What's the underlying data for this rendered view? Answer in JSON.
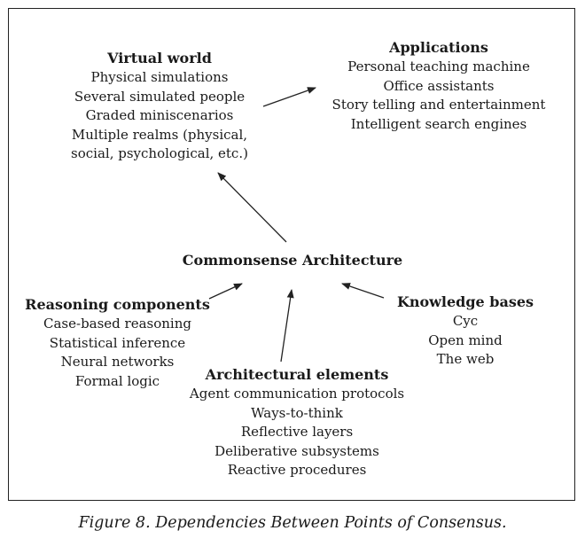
{
  "virtual_world": {
    "title": "Virtual world",
    "items": [
      "Physical simulations",
      "Several simulated people",
      "Graded miniscenarios",
      "Multiple realms (physical,",
      "social, psychological, etc.)"
    ]
  },
  "applications": {
    "title": "Applications",
    "items": [
      "Personal teaching machine",
      "Office assistants",
      "Story telling and entertainment",
      "Intelligent search engines"
    ]
  },
  "center": {
    "title": "Commonsense Architecture"
  },
  "reasoning_components": {
    "title": "Reasoning components",
    "items": [
      "Case-based reasoning",
      "Statistical inference",
      "Neural networks",
      "Formal logic"
    ]
  },
  "knowledge_bases": {
    "title": "Knowledge bases",
    "items": [
      "Cyc",
      "Open mind",
      "The web"
    ]
  },
  "architectural_elements": {
    "title": "Architectural elements",
    "items": [
      "Agent communication protocols",
      "Ways-to-think",
      "Reflective layers",
      "Deliberative subsystems",
      "Reactive procedures"
    ]
  },
  "caption": "Figure 8. Dependencies Between Points of Consensus."
}
